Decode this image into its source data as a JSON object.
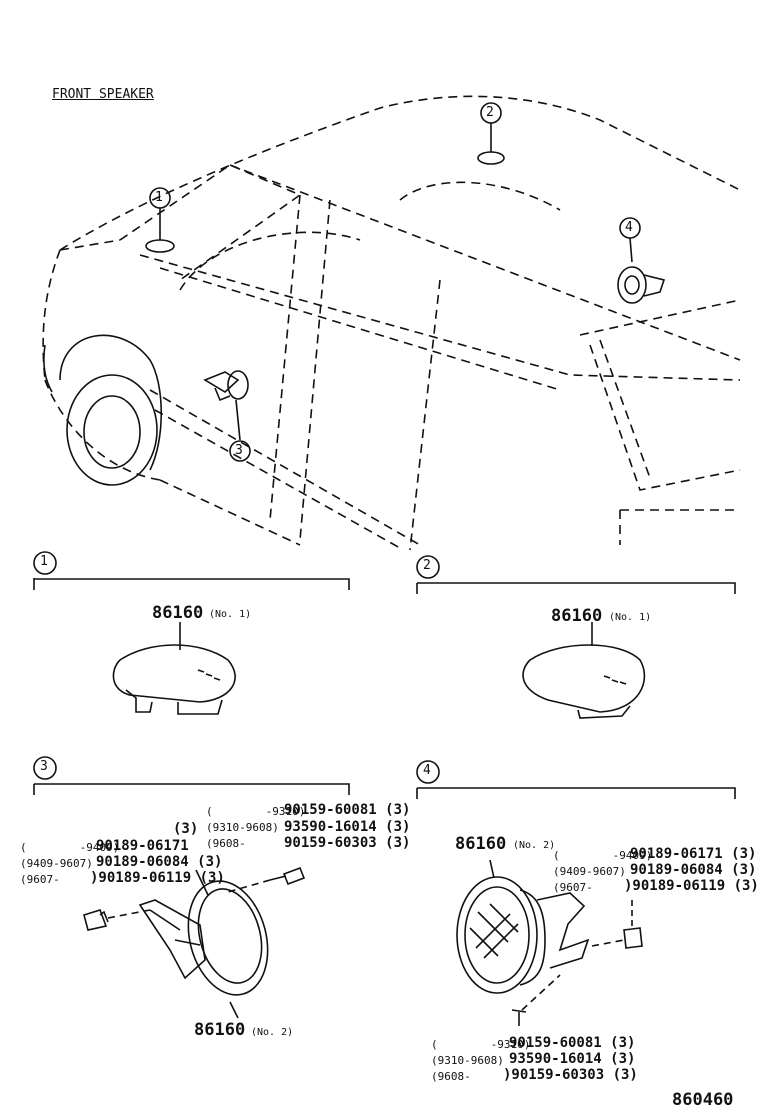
{
  "title": "FRONT SPEAKER",
  "figure_number": "860460",
  "callouts": {
    "c1": "1",
    "c2": "2",
    "c3": "3",
    "c4": "4"
  },
  "panels": {
    "p1": {
      "index": "1",
      "part_no": "86160",
      "part_variant": "(No. 1)"
    },
    "p2": {
      "index": "2",
      "part_no": "86160",
      "part_variant": "(No. 1)"
    },
    "p3": {
      "index": "3",
      "part_no": "86160",
      "part_variant": "(No. 2)",
      "qty_top": "(3)",
      "screw_rows": [
        {
          "range": "(        -9310)",
          "part": "90159-60081 (3)"
        },
        {
          "range": "(9310-9608)",
          "part": "93590-16014 (3)"
        },
        {
          "range": "(9608-",
          "part": "90159-60303 (3)"
        }
      ],
      "clip_rows": [
        {
          "range": "(        -9409)",
          "part": "90189-06171"
        },
        {
          "range": "(9409-9607)",
          "part": "90189-06084 (3)"
        },
        {
          "range": "(9607-",
          "part": ")90189-06119 (3)"
        }
      ]
    },
    "p4": {
      "index": "4",
      "part_no": "86160",
      "part_variant": "(No. 2)",
      "clip_rows": [
        {
          "range": "(        -9409)",
          "part": "90189-06171 (3)"
        },
        {
          "range": "(9409-9607)",
          "part": "90189-06084 (3)"
        },
        {
          "range": "(9607-",
          "part": ")90189-06119 (3)"
        }
      ],
      "screw_rows": [
        {
          "range": "(        -9310)",
          "part": "90159-60081 (3)"
        },
        {
          "range": "(9310-9608)",
          "part": "93590-16014 (3)"
        },
        {
          "range": "(9608-",
          "part": ")90159-60303 (3)"
        }
      ]
    }
  }
}
